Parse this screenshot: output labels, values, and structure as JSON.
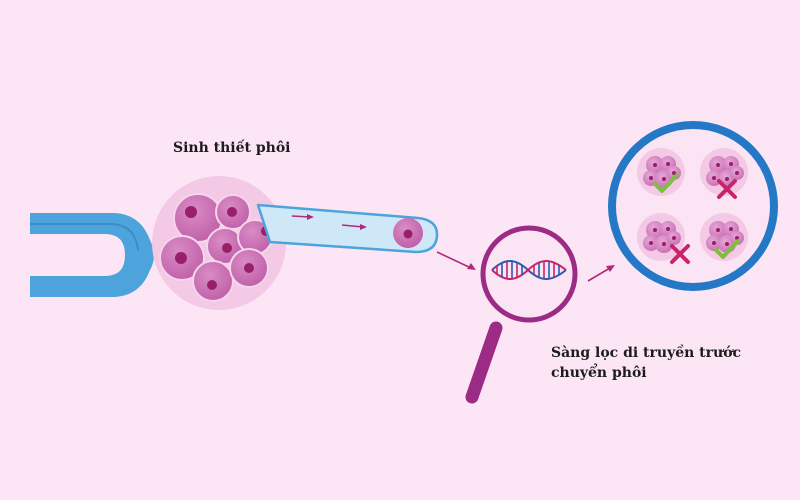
{
  "labels": {
    "biopsy": "Sinh thiết phôi",
    "screening_line1": "Sàng lọc di truyền trước",
    "screening_line2": "chuyển phôi"
  },
  "colors": {
    "background": "#fce6f6",
    "holding_pipette": "#4da3dc",
    "embryo_cell": "#c04f9a",
    "embryo_nucleus": "#9a1f6b",
    "magnifier": "#9c2b85",
    "screen_ring": "#2478c6",
    "check_mark": "#7fbf3f",
    "cross_mark": "#c8246b"
  },
  "embryo_results": [
    "check",
    "cross",
    "cross",
    "check"
  ]
}
